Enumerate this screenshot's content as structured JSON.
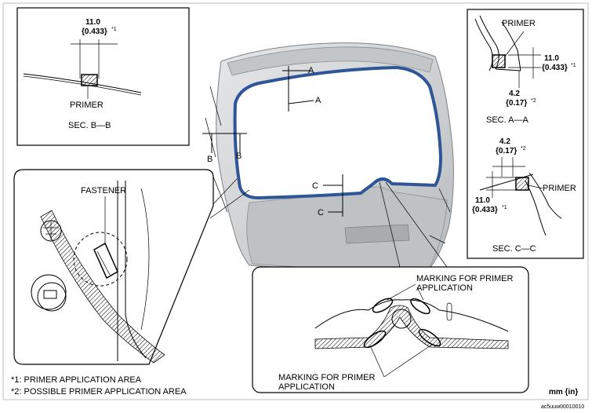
{
  "sec_bb": {
    "dim_value": "11.0",
    "dim_inch": "{0.433}",
    "dim_note": "*1",
    "primer_label": "PRIMER",
    "caption": "SEC. B—B"
  },
  "sec_aa": {
    "primer_label": "PRIMER",
    "dim1_value": "11.0",
    "dim1_inch": "{0.433}",
    "dim1_note": "*1",
    "dim2_value": "4.2",
    "dim2_inch": "{0.17}",
    "dim2_note": "*2",
    "caption": "SEC. A—A"
  },
  "sec_cc": {
    "dim2_value": "4.2",
    "dim2_inch": "{0.17}",
    "dim2_note": "*2",
    "primer_label": "PRIMER",
    "dim1_value": "11.0",
    "dim1_inch": "{0.433}",
    "dim1_note": "*1",
    "caption": "SEC. C—C"
  },
  "gate": {
    "cut_a_top": "A",
    "cut_a_bottom": "A",
    "cut_b_left": "B",
    "cut_b_right": "B",
    "cut_c_top": "C",
    "cut_c_bottom": "C"
  },
  "fastener_detail": {
    "label": "FASTENER"
  },
  "marking_detail": {
    "top_label_line1": "MARKING FOR PRIMER",
    "top_label_line2": "APPLICATION",
    "bottom_label_line1": "MARKING FOR PRIMER",
    "bottom_label_line2": "APPLICATION"
  },
  "notes": {
    "note1": "*1: PRIMER APPLICATION AREA",
    "note2": "*2: POSSIBLE PRIMER APPLICATION AREA"
  },
  "units_label": "mm {in}",
  "figure_code": "ac5uuw00010010",
  "colors": {
    "bead": "#2e5597",
    "panel": "#d2d4d6",
    "panel_dark": "#9ea1a4",
    "frame": "#000000"
  }
}
